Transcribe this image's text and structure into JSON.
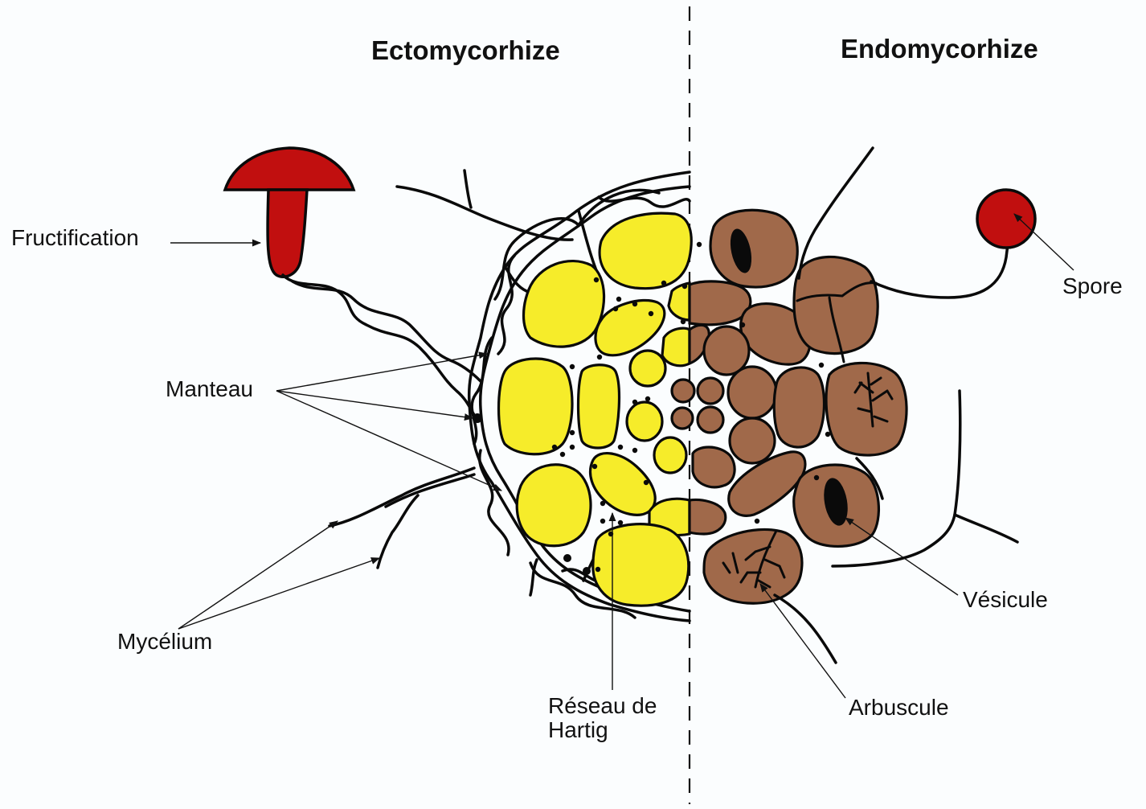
{
  "titles": {
    "ecto": "Ectomycorhize",
    "endo": "Endomycorhize"
  },
  "labels": {
    "fructification": "Fructification",
    "manteau": "Manteau",
    "mycelium": "Mycélium",
    "reseau_line1": "Réseau de",
    "reseau_line2": "Hartig",
    "spore": "Spore",
    "vesicule": "Vésicule",
    "arbuscule": "Arbuscule"
  },
  "colors": {
    "ecto_cells": "#f6ec2a",
    "endo_cells": "#a0694a",
    "fungus_red": "#c10f0f",
    "outline": "#0a0a0a",
    "background": "#fbfdfe"
  }
}
